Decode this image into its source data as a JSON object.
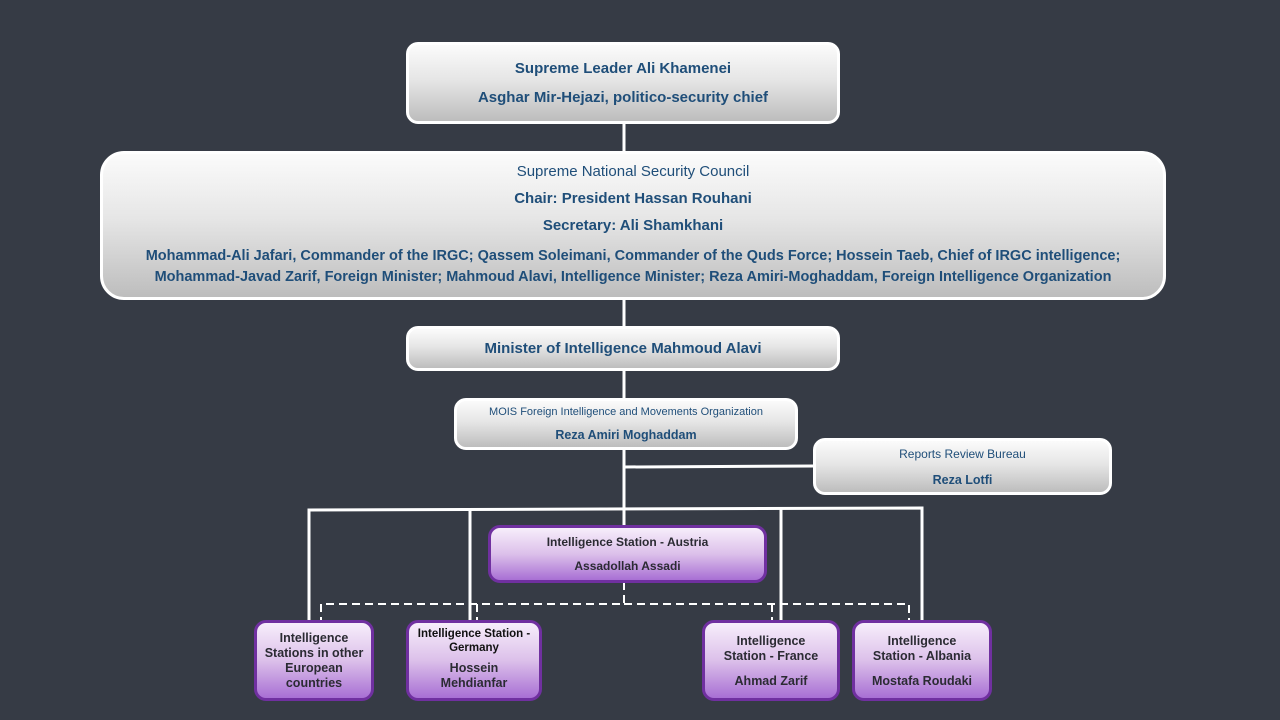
{
  "supreme_leader": {
    "title": "Supreme Leader Ali Khamenei",
    "subtitle": "Asghar Mir-Hejazi, politico-security chief"
  },
  "snsc": {
    "title": "Supreme National Security Council",
    "chair": "Chair: President Hassan Rouhani",
    "secretary": "Secretary: Ali Shamkhani",
    "members_line1": "Mohammad-Ali Jafari, Commander of the IRGC; Qassem Soleimani, Commander of the Quds Force; Hossein Taeb, Chief of IRGC intelligence;",
    "members_line2": "Mohammad-Javad Zarif, Foreign Minister; Mahmoud Alavi, Intelligence Minister; Reza Amiri-Moghaddam, Foreign Intelligence Organization"
  },
  "minister": {
    "title": "Minister of Intelligence Mahmoud Alavi"
  },
  "mois_foreign": {
    "title": "MOIS Foreign Intelligence and Movements Organization",
    "head": "Reza Amiri Moghaddam"
  },
  "reports_bureau": {
    "title": "Reports Review Bureau",
    "head": "Reza Lotfi"
  },
  "station_austria": {
    "title": "Intelligence Station - Austria",
    "head": "Assadollah Assadi"
  },
  "station_other": {
    "title": "Intelligence Stations in other European countries"
  },
  "station_germany": {
    "title": "Intelligence Station - Germany",
    "head": "Hossein Mehdianfar"
  },
  "station_france": {
    "title": "Intelligence Station - France",
    "head": "Ahmad Zarif"
  },
  "station_albania": {
    "title": "Intelligence Station - Albania",
    "head": "Mostafa Roudaki"
  },
  "colors": {
    "background": "#363b45",
    "text_blue": "#1f4e79",
    "purple_border": "#7030a0"
  }
}
